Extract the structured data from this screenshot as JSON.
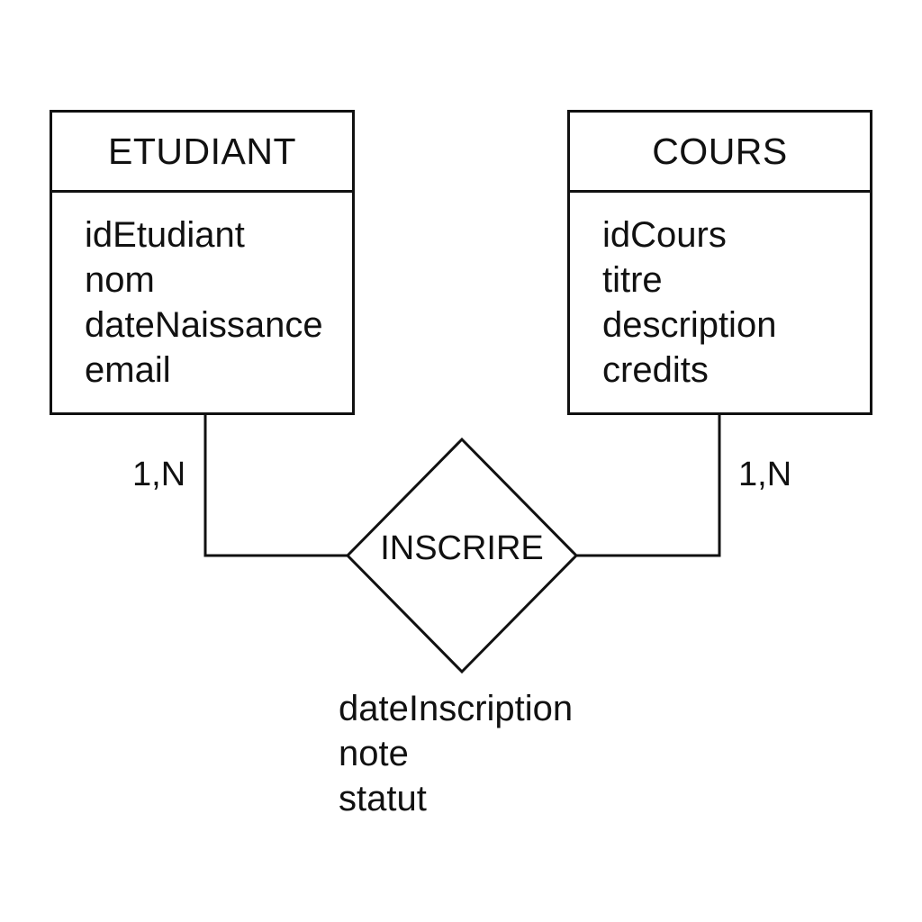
{
  "entities": {
    "etudiant": {
      "name": "ETUDIANT",
      "attributes": [
        "idEtudiant",
        "nom",
        "dateNaissance",
        "email"
      ]
    },
    "cours": {
      "name": "COURS",
      "attributes": [
        "idCours",
        "titre",
        "description",
        "credits"
      ]
    }
  },
  "relationship": {
    "name": "INSCRIRE",
    "attributes": [
      "dateInscription",
      "note",
      "statut"
    ]
  },
  "cardinalities": {
    "etudiant": "1,N",
    "cours": "1,N"
  }
}
